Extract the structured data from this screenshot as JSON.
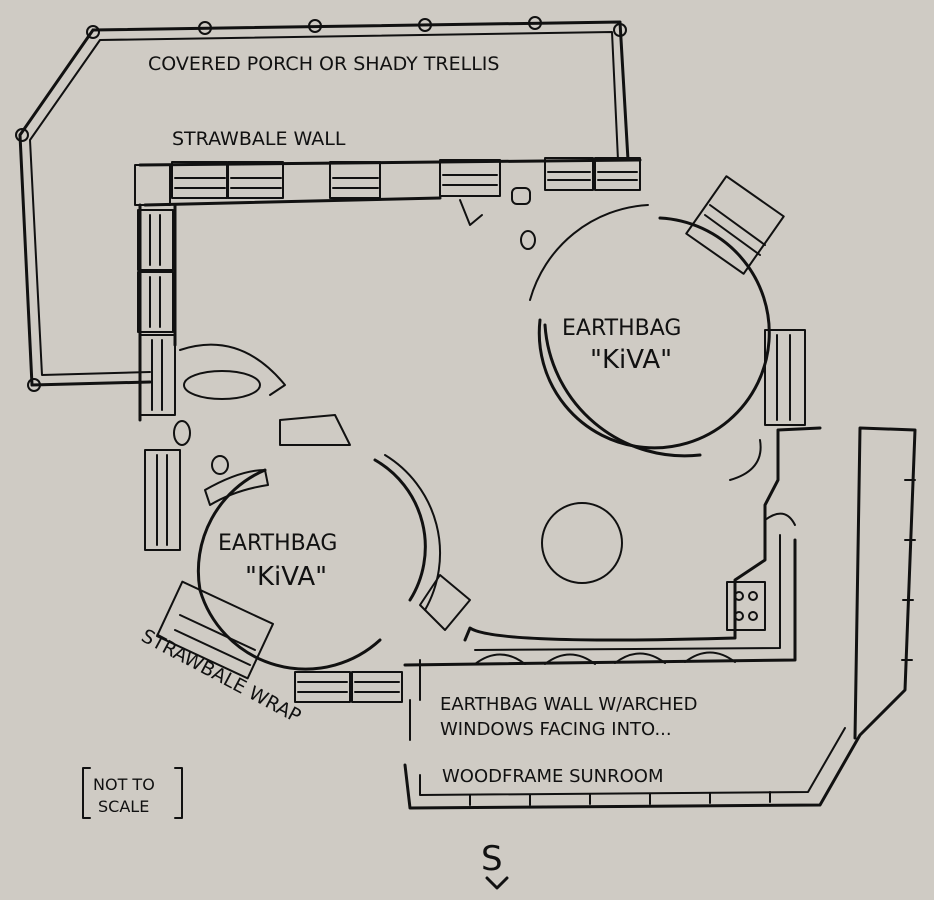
{
  "labels": {
    "porch": "COVERED PORCH OR SHADY TRELLIS",
    "strawbale_wall": "STRAWBALE WALL",
    "kiva1_line1": "EARTHBAG",
    "kiva1_line2": "\"KiVA\"",
    "kiva2_line1": "EARTHBAG",
    "kiva2_line2": "\"KiVA\"",
    "strawbale_wrap": "STRAWBALE WRAP",
    "earthbag_wall_line1": "EARTHBAG WALL W/ARCHED",
    "earthbag_wall_line2": "WINDOWS FACING INTO...",
    "sunroom": "WOODFRAME SUNROOM",
    "scale_line1": "NOT TO",
    "scale_line2": "SCALE",
    "compass": "S"
  }
}
